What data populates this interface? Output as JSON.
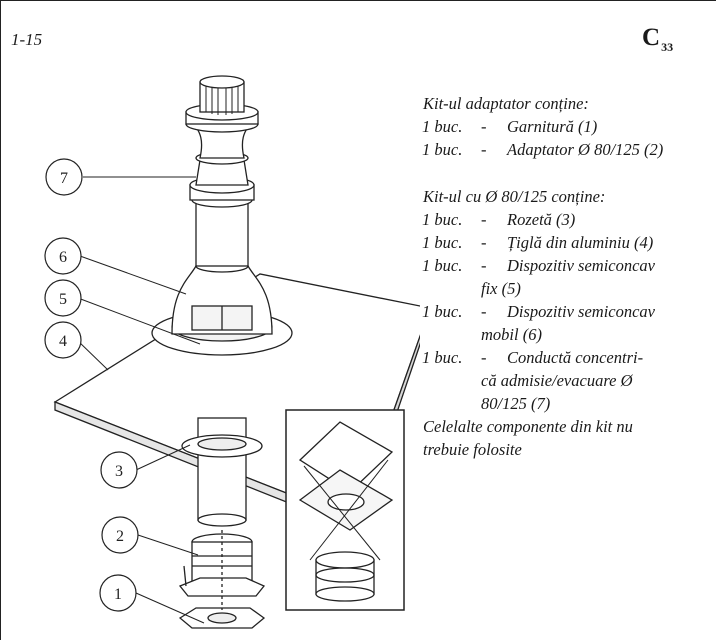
{
  "figure": {
    "id": "1-15",
    "mode_main": "C",
    "mode_sub": "33"
  },
  "callouts": [
    "1",
    "2",
    "3",
    "4",
    "5",
    "6",
    "7"
  ],
  "legend": {
    "adapter_title": "Kit-ul adaptator conține:",
    "adapter_items": [
      {
        "qty": "1 buc.",
        "dash": "-",
        "text": "Garnitură (1)"
      },
      {
        "qty": "1 buc.",
        "dash": "-",
        "text": "Adaptator Ø 80/125 (2)"
      }
    ],
    "kit_title": "Kit-ul cu Ø 80/125 conține:",
    "kit_items": [
      {
        "qty": "1 buc.",
        "dash": "-",
        "text": "Rozetă (3)"
      },
      {
        "qty": "1 buc.",
        "dash": "-",
        "text": "Țiglă din aluminiu (4)"
      },
      {
        "qty": "1 buc.",
        "dash": "-",
        "text": "Dispozitiv semiconcav",
        "cont": "fix (5)"
      },
      {
        "qty": "1 buc.",
        "dash": "-",
        "text": "Dispozitiv semiconcav",
        "cont": "mobil (6)"
      },
      {
        "qty": "1 buc.",
        "dash": "-",
        "text": "Conductă concentri-",
        "cont": "că admisie/evacuare Ø",
        "cont2": "80/125 (7)"
      }
    ],
    "footer_line1": "Celelalte componente din kit nu",
    "footer_line2": "trebuie folosite"
  }
}
